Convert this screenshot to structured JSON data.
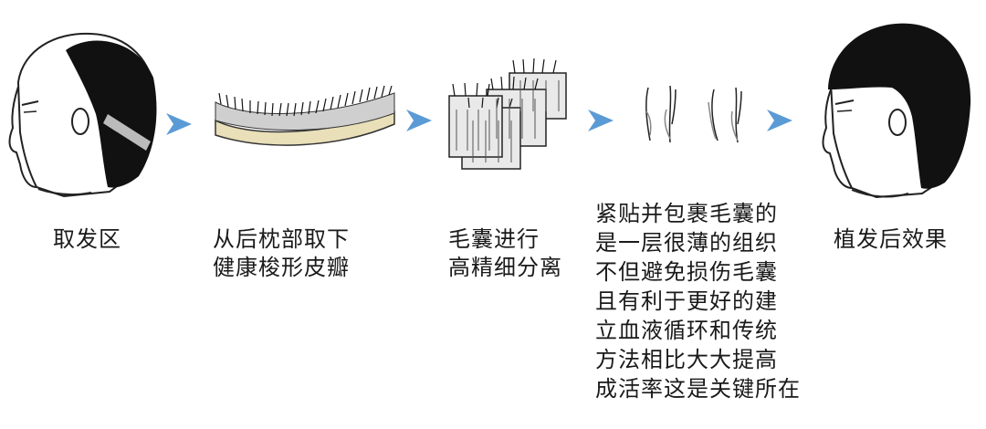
{
  "steps": [
    {
      "caption": [
        "取发区"
      ]
    },
    {
      "caption": [
        "从后枕部取下",
        "健康梭形皮瓣"
      ]
    },
    {
      "caption": [
        "毛囊进行",
        "高精细分离"
      ]
    },
    {
      "caption": [
        "紧贴并包裹毛囊的",
        "是一层很薄的组织",
        "不但避免损伤毛囊",
        "且有利于更好的建",
        "立血液循环和传统",
        "方法相比大大提高",
        "成活率这是关键所在"
      ]
    },
    {
      "caption": [
        "植发后效果"
      ]
    }
  ],
  "colors": {
    "arrow": "#5b9bd5",
    "hair": "#111111",
    "skin_line": "#222222",
    "strip_band": "#b8b8b8",
    "tissue": "#e9dfb8"
  },
  "icons": [
    "head-with-donor-area",
    "chevron-arrow-right",
    "scalp-strip",
    "follicle-blocks",
    "single-follicles",
    "head-after-transplant"
  ]
}
